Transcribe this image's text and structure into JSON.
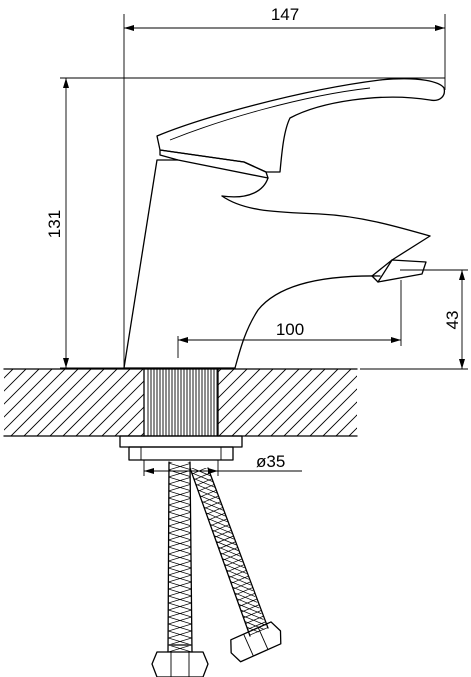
{
  "diagram": {
    "subject": "single-lever basin mixer, side view",
    "dimensions": {
      "overall_width": "147",
      "overall_height": "131",
      "spout_reach": "100",
      "spout_height": "43",
      "mount_diameter": "ø35"
    }
  }
}
